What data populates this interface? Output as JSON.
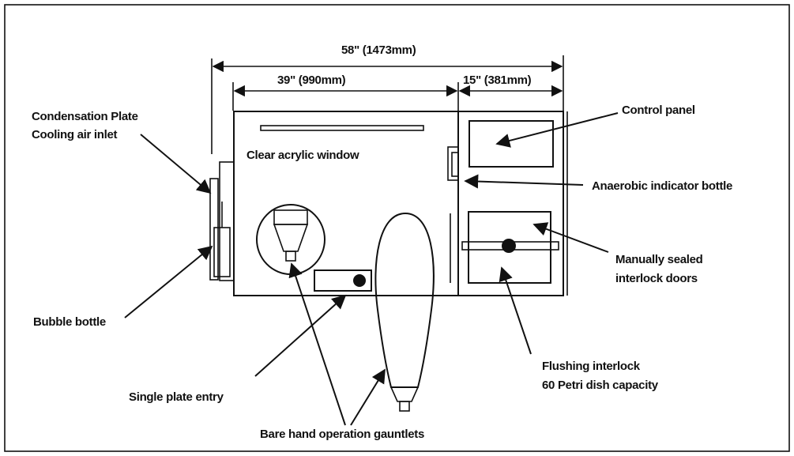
{
  "colors": {
    "ink": "#111111",
    "background": "#ffffff"
  },
  "dimensions": {
    "overall": "58\" (1473mm)",
    "main_chamber": "39\" (990mm)",
    "interlock": "15\" (381mm)"
  },
  "labels": {
    "condensation_plate_line1": "Condensation Plate",
    "condensation_plate_line2": "Cooling air inlet",
    "clear_window": "Clear acrylic window",
    "control_panel": "Control panel",
    "anaerobic_indicator": "Anaerobic indicator bottle",
    "manual_doors_line1": "Manually sealed",
    "manual_doors_line2": "interlock doors",
    "bubble_bottle": "Bubble bottle",
    "flushing_line1": "Flushing interlock",
    "flushing_line2": "60 Petri dish capacity",
    "single_plate": "Single plate entry",
    "gauntlets": "Bare hand operation gauntlets"
  }
}
